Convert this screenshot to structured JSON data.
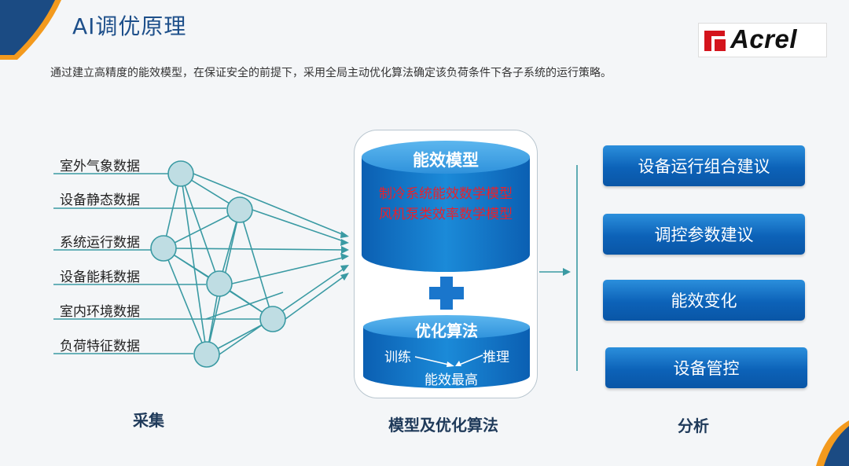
{
  "page": {
    "title": "AI调优原理",
    "subtitle": "通过建立高精度的能效模型，在保证安全的前提下，采用全局主动优化算法确定该负荷条件下各子系统的运行策略。",
    "logo_text": "Acrel"
  },
  "inputs": [
    "室外气象数据",
    "设备静态数据",
    "系统运行数据",
    "设备能耗数据",
    "室内环境数据",
    "负荷特征数据"
  ],
  "model": {
    "title": "能效模型",
    "lines": [
      "制冷系统能效数学模型",
      "风机泵类效率数学模型"
    ]
  },
  "optimization": {
    "title": "优化算法",
    "left": "训练",
    "right": "推理",
    "bottom": "能效最高"
  },
  "outputs": [
    "设备运行组合建议",
    "调控参数建议",
    "能效变化",
    "设备管控"
  ],
  "sections": {
    "collect": "采集",
    "model": "模型及优化算法",
    "analyze": "分析"
  },
  "colors": {
    "accent_orange": "#f39a1e",
    "dark_blue": "#1b4b83",
    "button_blue": "#0c62b8",
    "line_teal": "#3a9aa3",
    "node_fill": "#bfdde3",
    "red_text": "#e8212c"
  }
}
